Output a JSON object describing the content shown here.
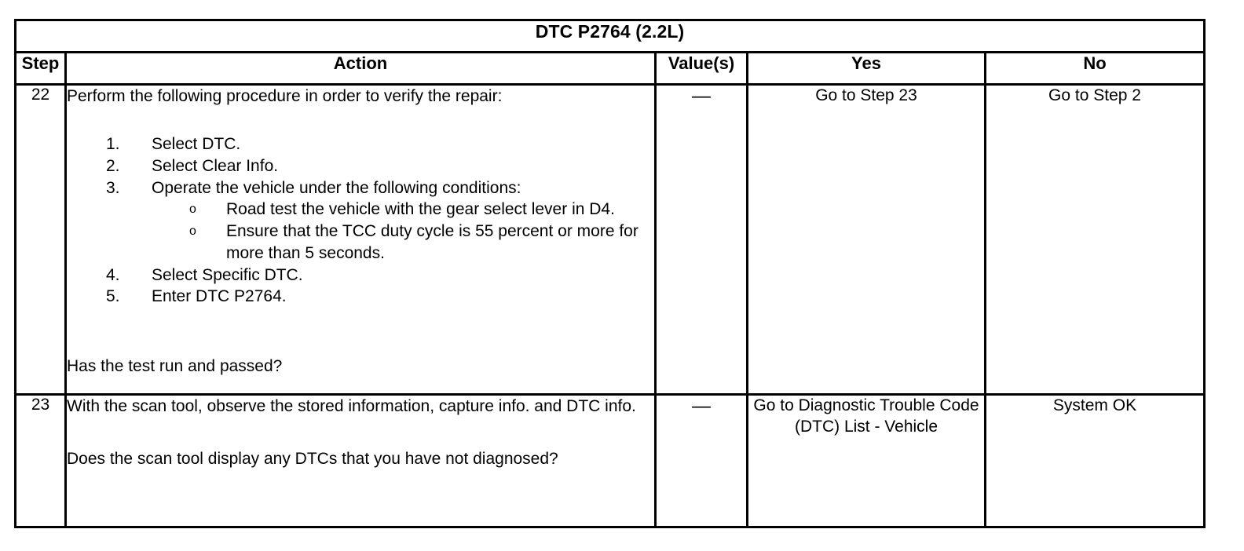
{
  "document": {
    "title": "DTC P2764 (2.2L)"
  },
  "table": {
    "columns": [
      {
        "key": "step",
        "label": "Step"
      },
      {
        "key": "action",
        "label": "Action"
      },
      {
        "key": "value",
        "label": "Value(s)"
      },
      {
        "key": "yes",
        "label": "Yes"
      },
      {
        "key": "no",
        "label": "No"
      }
    ],
    "rows": [
      {
        "step": "22",
        "action": {
          "lead": "Perform the following procedure in order to verify the repair:",
          "numbered": [
            {
              "marker": "1.",
              "text": "Select DTC."
            },
            {
              "marker": "2.",
              "text": "Select Clear Info."
            },
            {
              "marker": "3.",
              "text": "Operate the vehicle under the following conditions:",
              "sub": [
                {
                  "bullet": "o",
                  "text": "Road test the vehicle with the gear select lever in D4."
                },
                {
                  "bullet": "o",
                  "text": "Ensure that the TCC duty cycle is 55 percent or more for more than 5 seconds."
                }
              ]
            },
            {
              "marker": "4.",
              "text": "Select Specific DTC."
            },
            {
              "marker": "5.",
              "text": "Enter DTC P2764."
            }
          ],
          "question": "Has the test run and passed?"
        },
        "value": "—",
        "yes": "Go to Step 23",
        "no": "Go to Step 2"
      },
      {
        "step": "23",
        "action": {
          "lead": "With the scan tool, observe the stored information, capture info. and DTC info.",
          "numbered": [],
          "question": "Does the scan tool display any DTCs that you have not diagnosed?"
        },
        "value": "—",
        "yes": "Go to Diagnostic Trouble Code (DTC) List - Vehicle",
        "no": "System OK"
      }
    ]
  },
  "colors": {
    "background": "#ffffff",
    "text": "#000000",
    "border": "#000000"
  }
}
